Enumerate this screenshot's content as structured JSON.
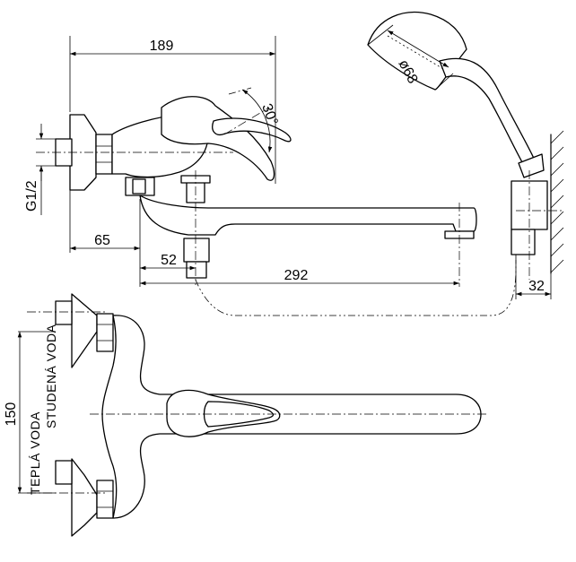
{
  "dimensions": {
    "overall_length": "189",
    "lever_angle": "30°",
    "thread": "G1/2",
    "wall_to_body": "65",
    "outlet_offset": "52",
    "spout_reach": "292",
    "shower_diameter": "ø68",
    "holder_offset": "32",
    "inlet_spacing": "150"
  },
  "labels": {
    "cold_water": "STUDENÁ VODA",
    "hot_water": "TEPLÁ VODA"
  }
}
